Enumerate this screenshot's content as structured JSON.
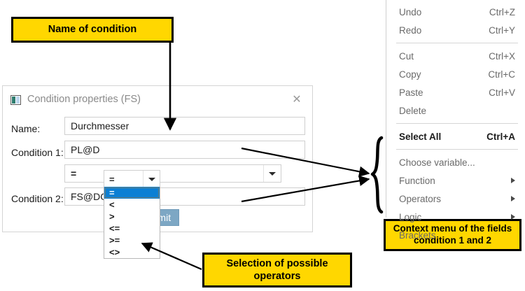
{
  "callouts": {
    "name_of_condition": "Name of condition",
    "selection_operators_line1": "Selection of possible",
    "selection_operators_line2": "operators",
    "context_menu_line1": "Context menu  of the fields",
    "context_menu_line2": "condition 1 and 2"
  },
  "dialog": {
    "title": "Condition properties (FS)",
    "close_label": "✕",
    "fields": {
      "name_label": "Name:",
      "name_value": "Durchmesser",
      "condition1_label": "Condition 1:",
      "condition1_value": "PL@D",
      "condition2_label": "Condition 2:",
      "condition2_value": "FS@DG"
    },
    "operator_combo": {
      "selected": "=",
      "caret": "▼"
    },
    "buttons": {
      "commit_label": "Commit"
    }
  },
  "operator_dropdown": {
    "selected_value": "=",
    "options": [
      "=",
      "<",
      ">",
      "<=",
      ">=",
      "<>"
    ]
  },
  "context_menu": {
    "groups": [
      {
        "items": [
          {
            "label": "Undo",
            "accel": "Ctrl+Z",
            "submenu": false,
            "strong": false
          },
          {
            "label": "Redo",
            "accel": "Ctrl+Y",
            "submenu": false,
            "strong": false
          }
        ]
      },
      {
        "items": [
          {
            "label": "Cut",
            "accel": "Ctrl+X",
            "submenu": false,
            "strong": false
          },
          {
            "label": "Copy",
            "accel": "Ctrl+C",
            "submenu": false,
            "strong": false
          },
          {
            "label": "Paste",
            "accel": "Ctrl+V",
            "submenu": false,
            "strong": false
          },
          {
            "label": "Delete",
            "accel": "",
            "submenu": false,
            "strong": false
          }
        ]
      },
      {
        "items": [
          {
            "label": "Select All",
            "accel": "Ctrl+A",
            "submenu": false,
            "strong": true
          }
        ]
      },
      {
        "items": [
          {
            "label": "Choose variable...",
            "accel": "",
            "submenu": false,
            "strong": false
          },
          {
            "label": "Function",
            "accel": "",
            "submenu": true,
            "strong": false
          },
          {
            "label": "Operators",
            "accel": "",
            "submenu": true,
            "strong": false
          },
          {
            "label": "Logic",
            "accel": "",
            "submenu": true,
            "strong": false
          },
          {
            "label": "Brackets",
            "accel": "",
            "submenu": false,
            "strong": false
          }
        ]
      }
    ]
  },
  "colors": {
    "callout_fill": "#ffd700",
    "callout_border": "#000000",
    "selection_blue": "#0b7fd4",
    "commit_button": "#7da7c4"
  }
}
